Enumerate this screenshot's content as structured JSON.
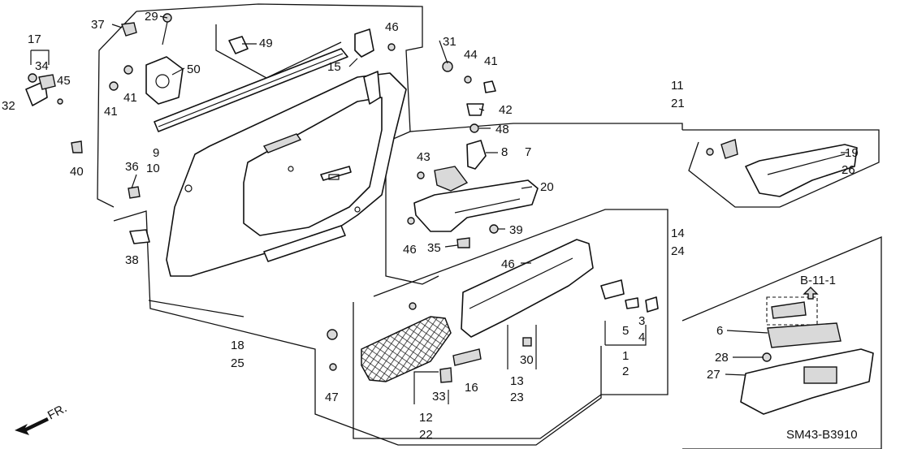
{
  "diagram": {
    "figure_code": "SM43-B3910",
    "direction_label": "FR.",
    "reference_label": "B-11-1",
    "callouts": [
      {
        "id": "c1",
        "text": "1"
      },
      {
        "id": "c2",
        "text": "2"
      },
      {
        "id": "c3",
        "text": "3"
      },
      {
        "id": "c4",
        "text": "4"
      },
      {
        "id": "c5",
        "text": "5"
      },
      {
        "id": "c6",
        "text": "6"
      },
      {
        "id": "c7",
        "text": "7"
      },
      {
        "id": "c8",
        "text": "8"
      },
      {
        "id": "c9",
        "text": "9"
      },
      {
        "id": "c10",
        "text": "10"
      },
      {
        "id": "c11",
        "text": "11"
      },
      {
        "id": "c12",
        "text": "12"
      },
      {
        "id": "c13",
        "text": "13"
      },
      {
        "id": "c14",
        "text": "14"
      },
      {
        "id": "c15",
        "text": "15"
      },
      {
        "id": "c16",
        "text": "16"
      },
      {
        "id": "c17",
        "text": "17"
      },
      {
        "id": "c18",
        "text": "18"
      },
      {
        "id": "c19",
        "text": "19"
      },
      {
        "id": "c20",
        "text": "20"
      },
      {
        "id": "c21",
        "text": "21"
      },
      {
        "id": "c22",
        "text": "22"
      },
      {
        "id": "c23",
        "text": "23"
      },
      {
        "id": "c24",
        "text": "24"
      },
      {
        "id": "c25",
        "text": "25"
      },
      {
        "id": "c26",
        "text": "26"
      },
      {
        "id": "c27",
        "text": "27"
      },
      {
        "id": "c28",
        "text": "28"
      },
      {
        "id": "c29",
        "text": "29"
      },
      {
        "id": "c30",
        "text": "30"
      },
      {
        "id": "c31",
        "text": "31"
      },
      {
        "id": "c32",
        "text": "32"
      },
      {
        "id": "c33",
        "text": "33"
      },
      {
        "id": "c34",
        "text": "34"
      },
      {
        "id": "c35",
        "text": "35"
      },
      {
        "id": "c36",
        "text": "36"
      },
      {
        "id": "c37",
        "text": "37"
      },
      {
        "id": "c38",
        "text": "38"
      },
      {
        "id": "c39",
        "text": "39"
      },
      {
        "id": "c40",
        "text": "40"
      },
      {
        "id": "c41a",
        "text": "41"
      },
      {
        "id": "c41b",
        "text": "41"
      },
      {
        "id": "c41c",
        "text": "41"
      },
      {
        "id": "c42",
        "text": "42"
      },
      {
        "id": "c43",
        "text": "43"
      },
      {
        "id": "c44",
        "text": "44"
      },
      {
        "id": "c45",
        "text": "45"
      },
      {
        "id": "c46a",
        "text": "46"
      },
      {
        "id": "c46b",
        "text": "46"
      },
      {
        "id": "c46c",
        "text": "46"
      },
      {
        "id": "c47",
        "text": "47"
      },
      {
        "id": "c48",
        "text": "48"
      },
      {
        "id": "c49",
        "text": "49"
      },
      {
        "id": "c50",
        "text": "50"
      }
    ]
  }
}
